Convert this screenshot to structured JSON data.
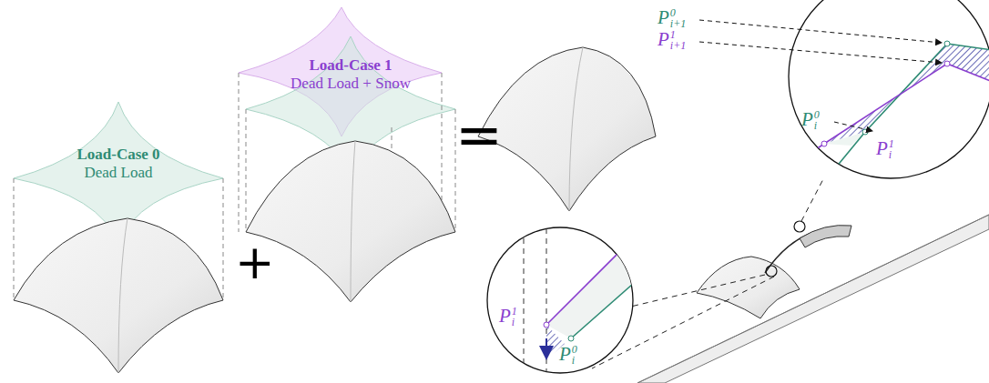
{
  "diagram": {
    "nodes": [
      {
        "text": [
          "Load-Case 0",
          "Dead Load"
        ]
      },
      {
        "text": [
          "Load-Case 1",
          "Dead Load + Snow"
        ]
      }
    ],
    "labels": [
      "+",
      "=",
      "P",
      "0",
      "i+1",
      "P",
      "1",
      "i+1",
      "P",
      "0",
      "i",
      "P",
      "1",
      "i",
      "P",
      "1",
      "i",
      "P",
      "0",
      "i"
    ]
  }
}
